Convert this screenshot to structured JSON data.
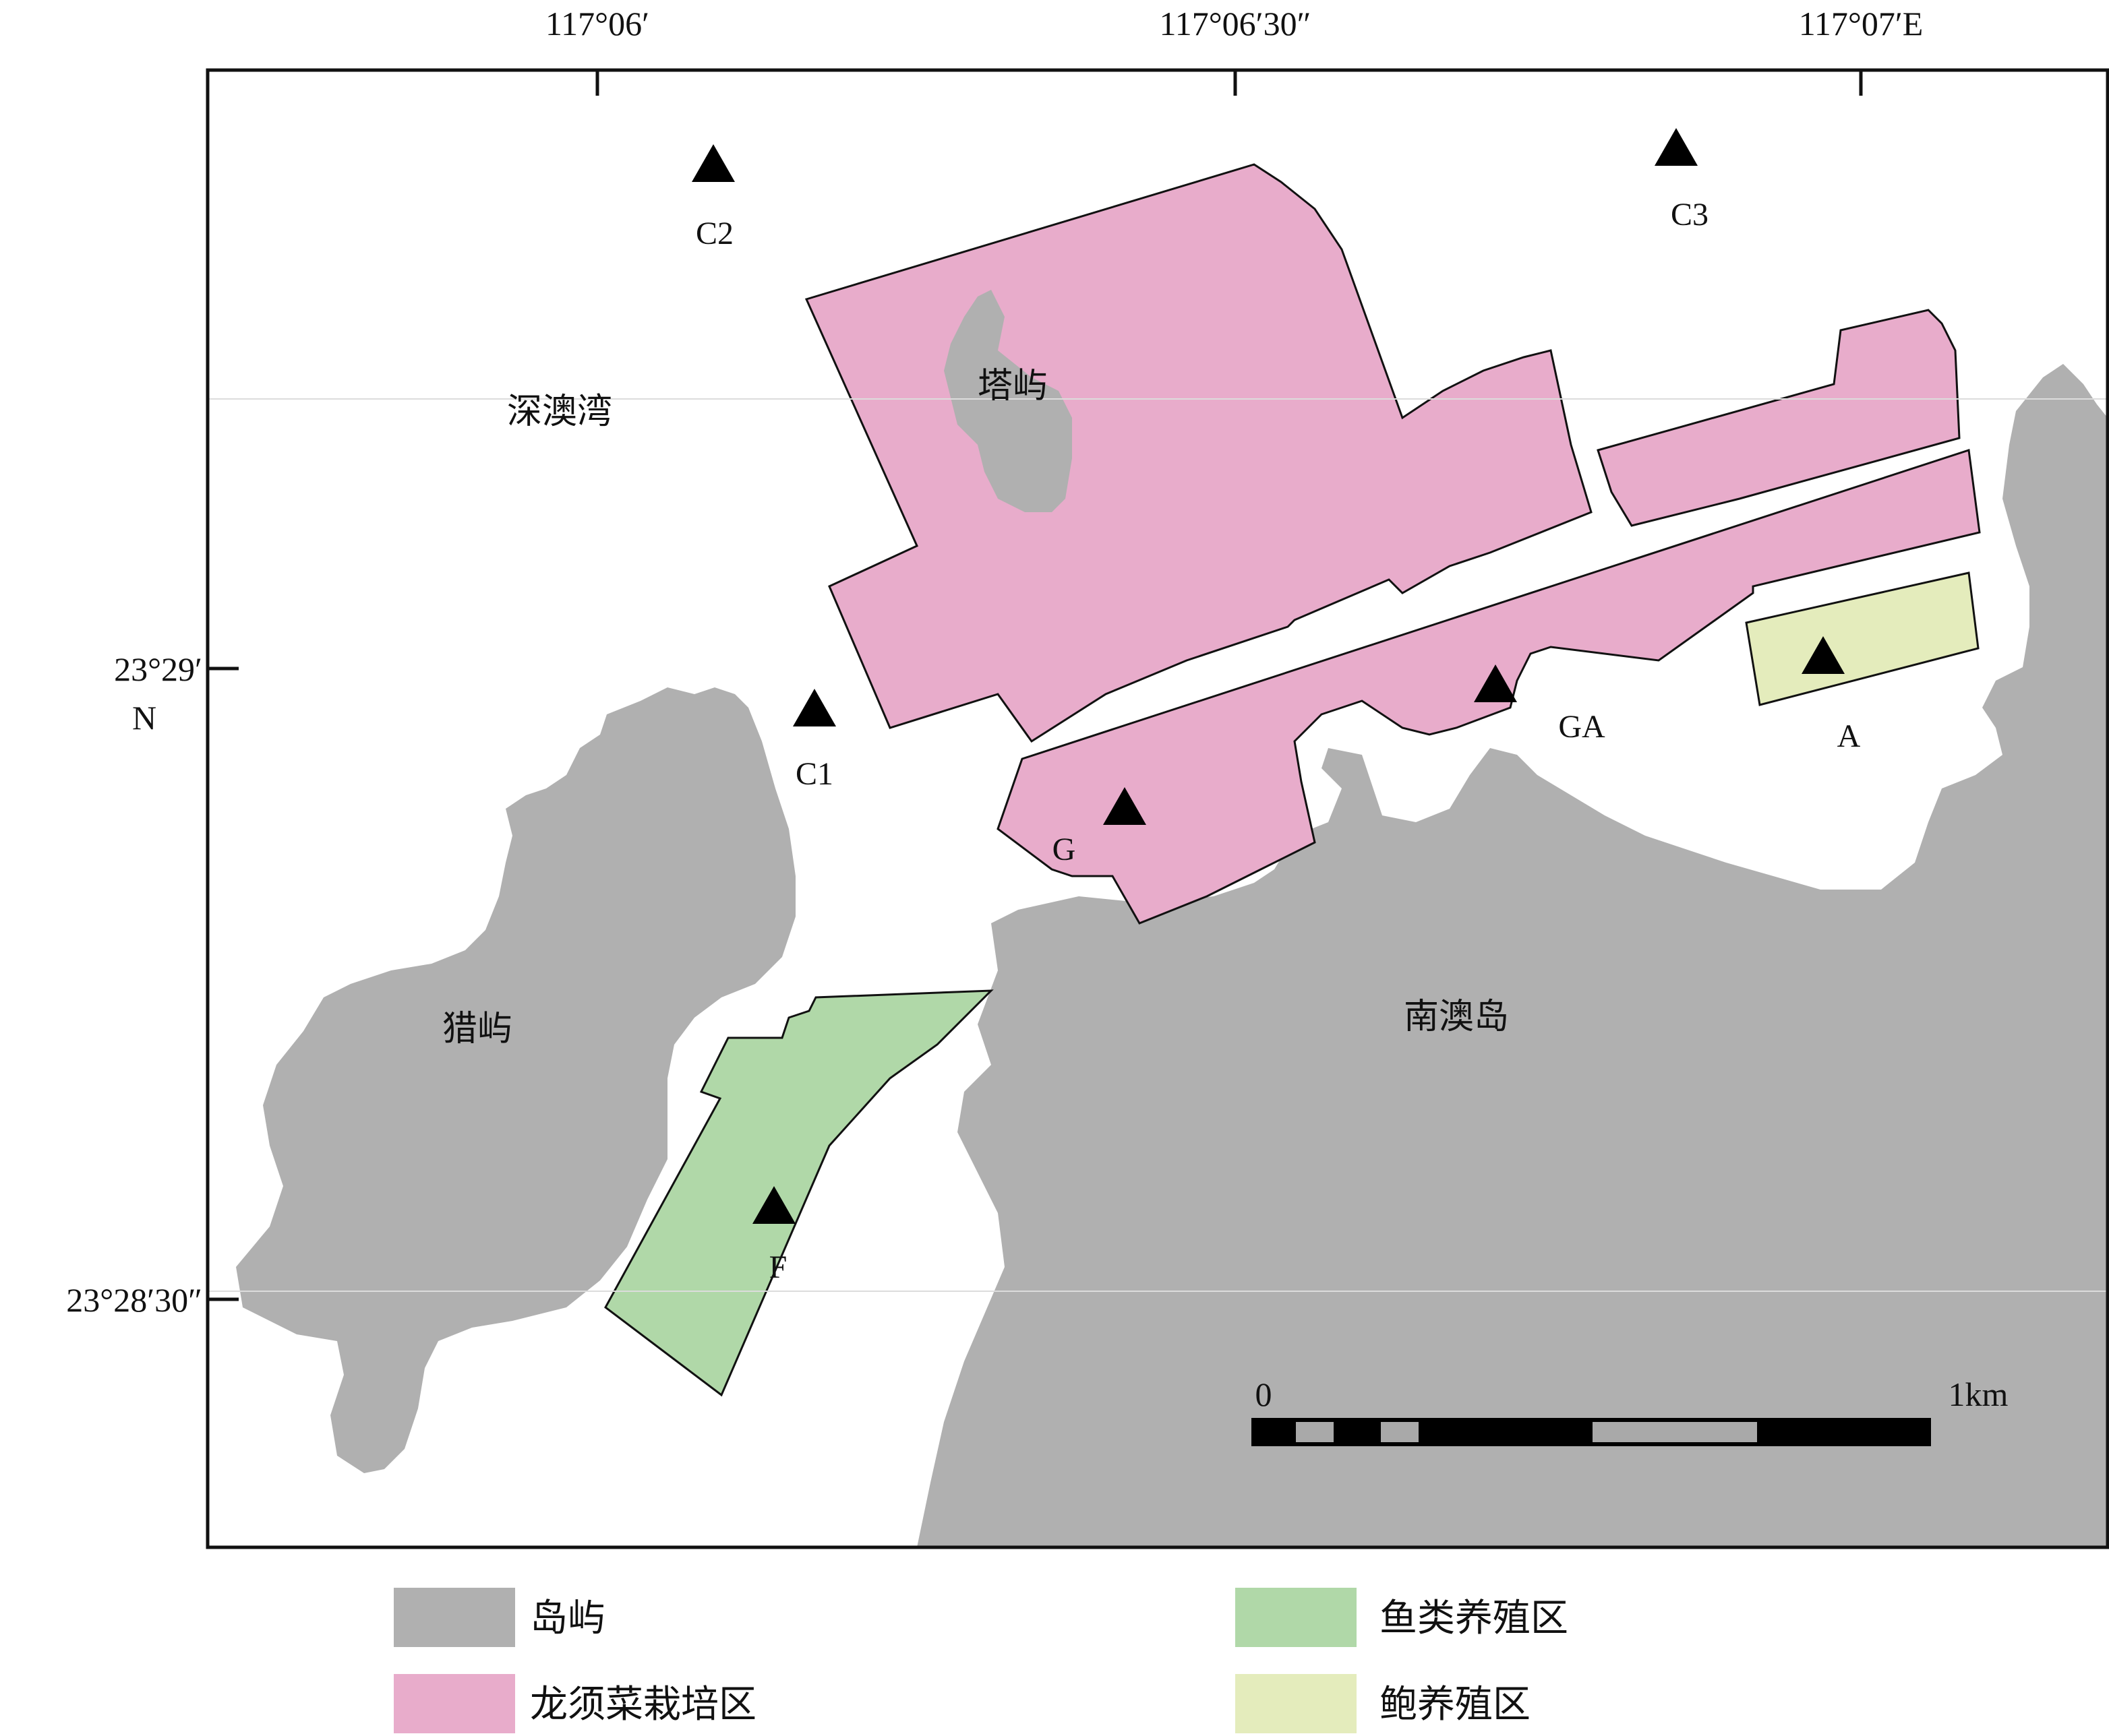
{
  "map": {
    "lon_ticks": [
      "117°06′",
      "117°06′30″",
      "117°07′E"
    ],
    "lat_ticks": [
      "23°29′",
      "N",
      "23°28′30″"
    ],
    "stations": [
      "C1",
      "C2",
      "C3",
      "G",
      "GA",
      "A",
      "F"
    ],
    "places": {
      "shenao_bay": "深澳湾",
      "tayu": "塔屿",
      "lieyu": "猎屿",
      "nanao_island": "南澳岛"
    },
    "scale": {
      "start": "0",
      "end": "1km"
    }
  },
  "legend": [
    {
      "label": "岛屿",
      "color": "#b0b0b0"
    },
    {
      "label": "鱼类养殖区",
      "color": "#b0d8a8"
    },
    {
      "label": "龙须菜栽培区",
      "color": "#e8accb"
    },
    {
      "label": "鲍养殖区",
      "color": "#e4ecbc"
    }
  ],
  "colors": {
    "island": "#b0b0b0",
    "seaweed": "#e8accb",
    "fish": "#b0d8a8",
    "abalone": "#e4ecbc",
    "station": "#000000"
  }
}
